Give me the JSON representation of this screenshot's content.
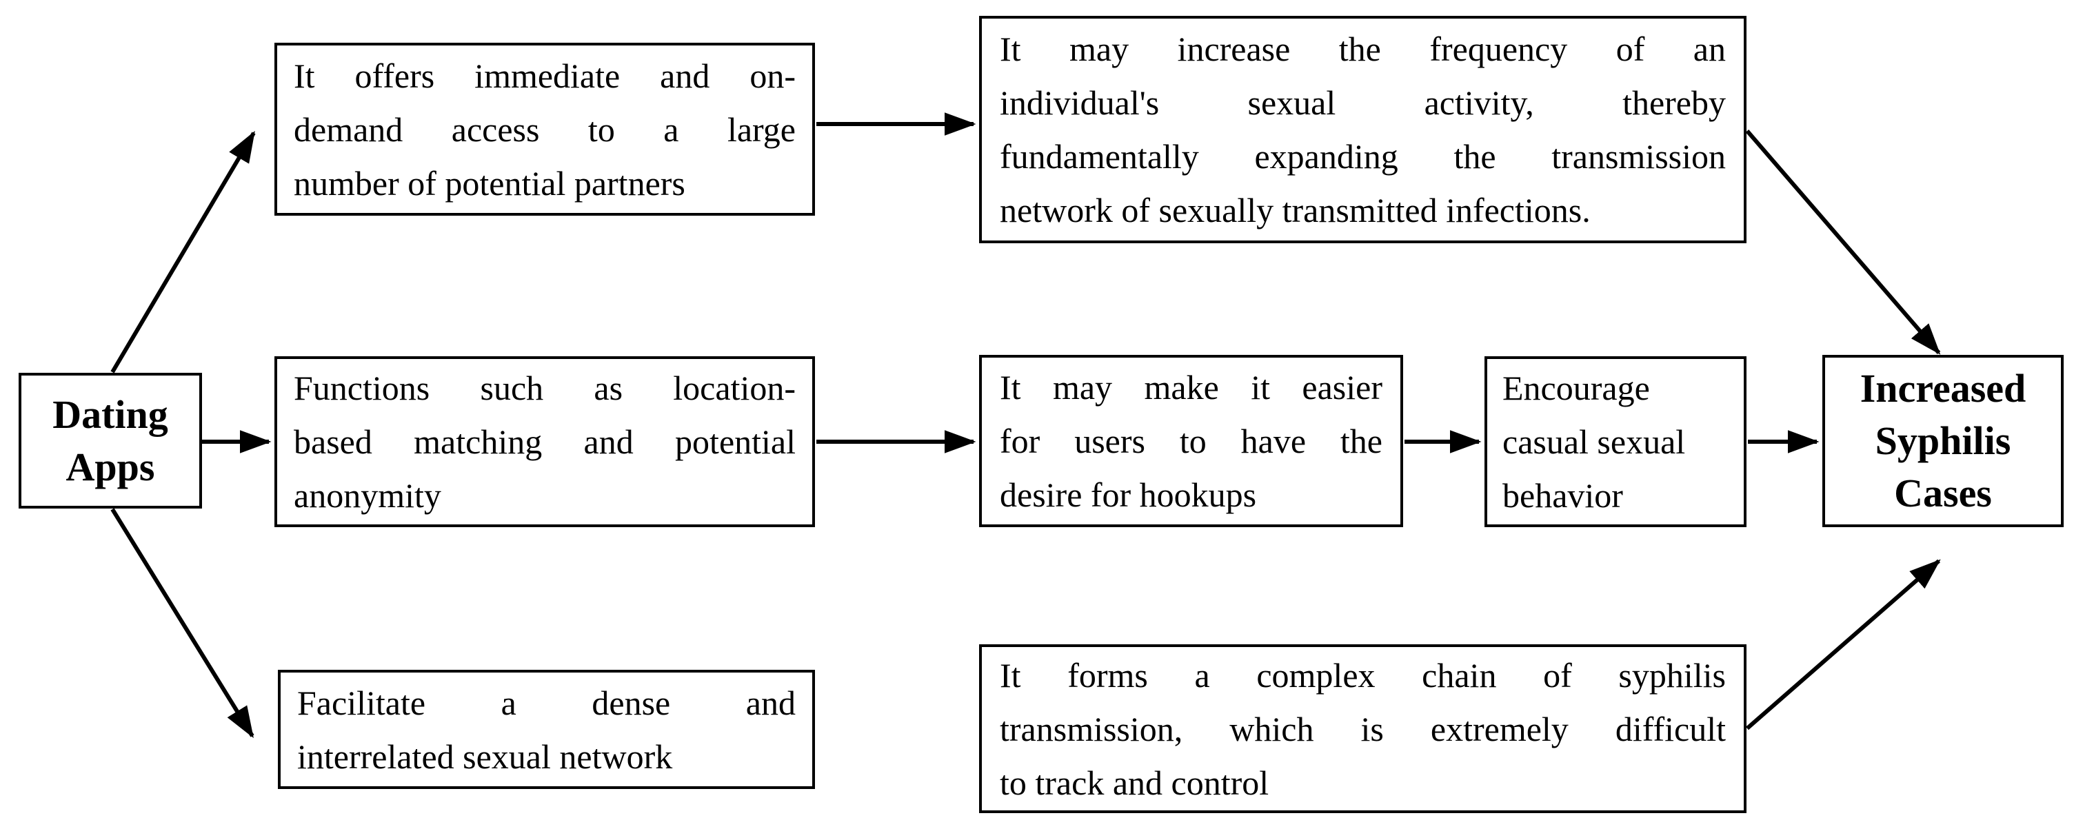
{
  "diagram": {
    "title": "Dating apps and increased syphilis cases flowchart",
    "colors": {
      "background": "#ffffff",
      "border": "#000000",
      "text": "#000000",
      "arrow": "#000000"
    },
    "nodes": {
      "dating_apps": {
        "label": "Dating Apps",
        "lines": [
          "Dating",
          "Apps"
        ],
        "bold": true,
        "justify": false
      },
      "offers": {
        "label": "It offers immediate and on-demand access to a large number of potential partners",
        "lines": [
          "It offers immediate and on-",
          "demand access to a large",
          "number of potential partners"
        ],
        "bold": false,
        "justify": true
      },
      "frequency": {
        "label": "It may increase the frequency of an individual's sexual activity, thereby fundamentally expanding the transmission network of sexually transmitted infections.",
        "lines": [
          "It may increase the frequency of an",
          "individual's sexual activity, thereby",
          "fundamentally expanding the transmission",
          "network of sexually transmitted infections."
        ],
        "bold": false,
        "justify": true
      },
      "functions": {
        "label": "Functions such as location-based matching and potential anonymity",
        "lines": [
          "Functions such as location-",
          "based matching and potential",
          "anonymity"
        ],
        "bold": false,
        "justify": true
      },
      "easier": {
        "label": "It may make it easier for users to have the desire for hookups",
        "lines": [
          "It may make it easier",
          "for users to have the",
          "desire for hookups"
        ],
        "bold": false,
        "justify": true
      },
      "encourage": {
        "label": "Encourage casual sexual behavior",
        "lines": [
          "Encourage",
          "casual sexual",
          "behavior"
        ],
        "bold": false,
        "justify": false
      },
      "network": {
        "label": "Facilitate a dense and interrelated sexual network",
        "lines": [
          "Facilitate a dense and",
          "interrelated sexual network"
        ],
        "bold": false,
        "justify": true
      },
      "chain": {
        "label": "It forms a complex chain of syphilis transmission, which is extremely difficult to track and control",
        "lines": [
          "It forms a complex chain of syphilis",
          "transmission, which is extremely difficult",
          "to track and control"
        ],
        "bold": false,
        "justify": true
      },
      "increased": {
        "label": "Increased Syphilis Cases",
        "lines": [
          "Increased",
          "Syphilis",
          "Cases"
        ],
        "bold": true,
        "justify": false
      }
    },
    "edges": [
      {
        "from": "dating_apps",
        "to": "offers"
      },
      {
        "from": "dating_apps",
        "to": "functions"
      },
      {
        "from": "dating_apps",
        "to": "network"
      },
      {
        "from": "offers",
        "to": "frequency"
      },
      {
        "from": "functions",
        "to": "easier"
      },
      {
        "from": "easier",
        "to": "encourage"
      },
      {
        "from": "encourage",
        "to": "increased"
      },
      {
        "from": "frequency",
        "to": "increased"
      },
      {
        "from": "chain",
        "to": "increased"
      }
    ]
  }
}
